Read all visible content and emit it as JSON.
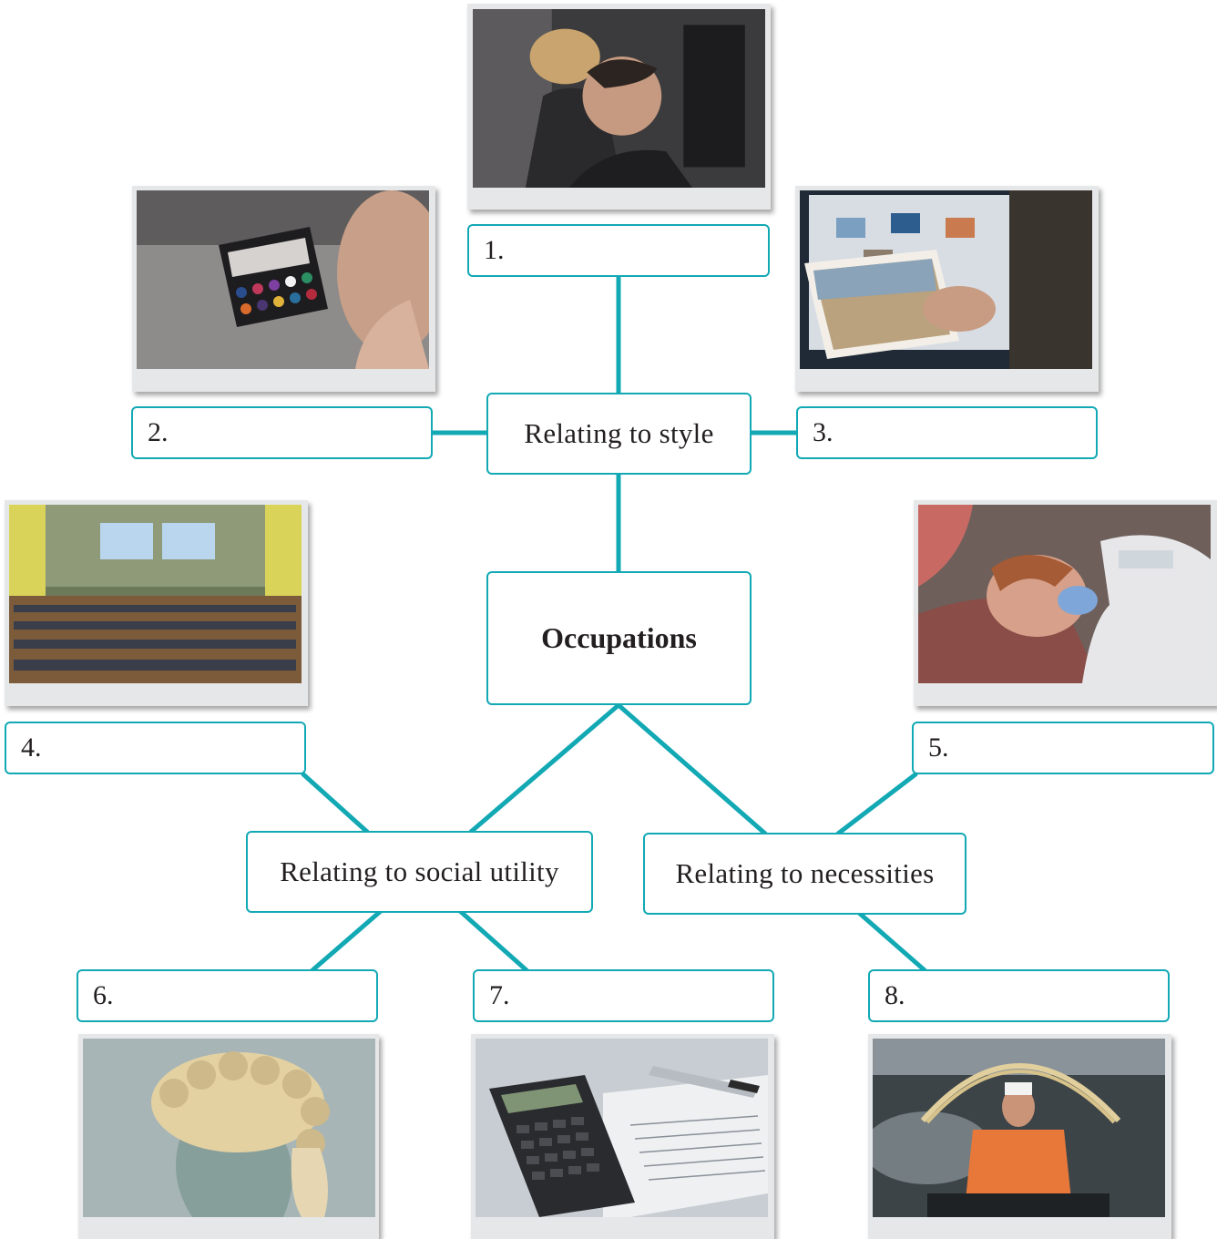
{
  "diagram": {
    "central": "Occupations",
    "categories": {
      "style": "Relating to style",
      "social_utility": "Relating to social utility",
      "necessities": "Relating to necessities"
    },
    "answers": [
      "1.",
      "2.",
      "3.",
      "4.",
      "5.",
      "6.",
      "7.",
      "8."
    ],
    "photos": [
      {
        "id": 1,
        "depicts": "hairdresser-photo"
      },
      {
        "id": 2,
        "depicts": "makeup-artist-photo"
      },
      {
        "id": 3,
        "depicts": "photographer-photo"
      },
      {
        "id": 4,
        "depicts": "lecture-hall-photo"
      },
      {
        "id": 5,
        "depicts": "dentist-photo"
      },
      {
        "id": 6,
        "depicts": "judge-wig-photo"
      },
      {
        "id": 7,
        "depicts": "calculator-accounts-photo"
      },
      {
        "id": 8,
        "depicts": "noodle-chef-photo"
      }
    ]
  },
  "colors": {
    "accent": "#12a9b5",
    "text": "#231f20",
    "card": "#e6e7e8"
  }
}
